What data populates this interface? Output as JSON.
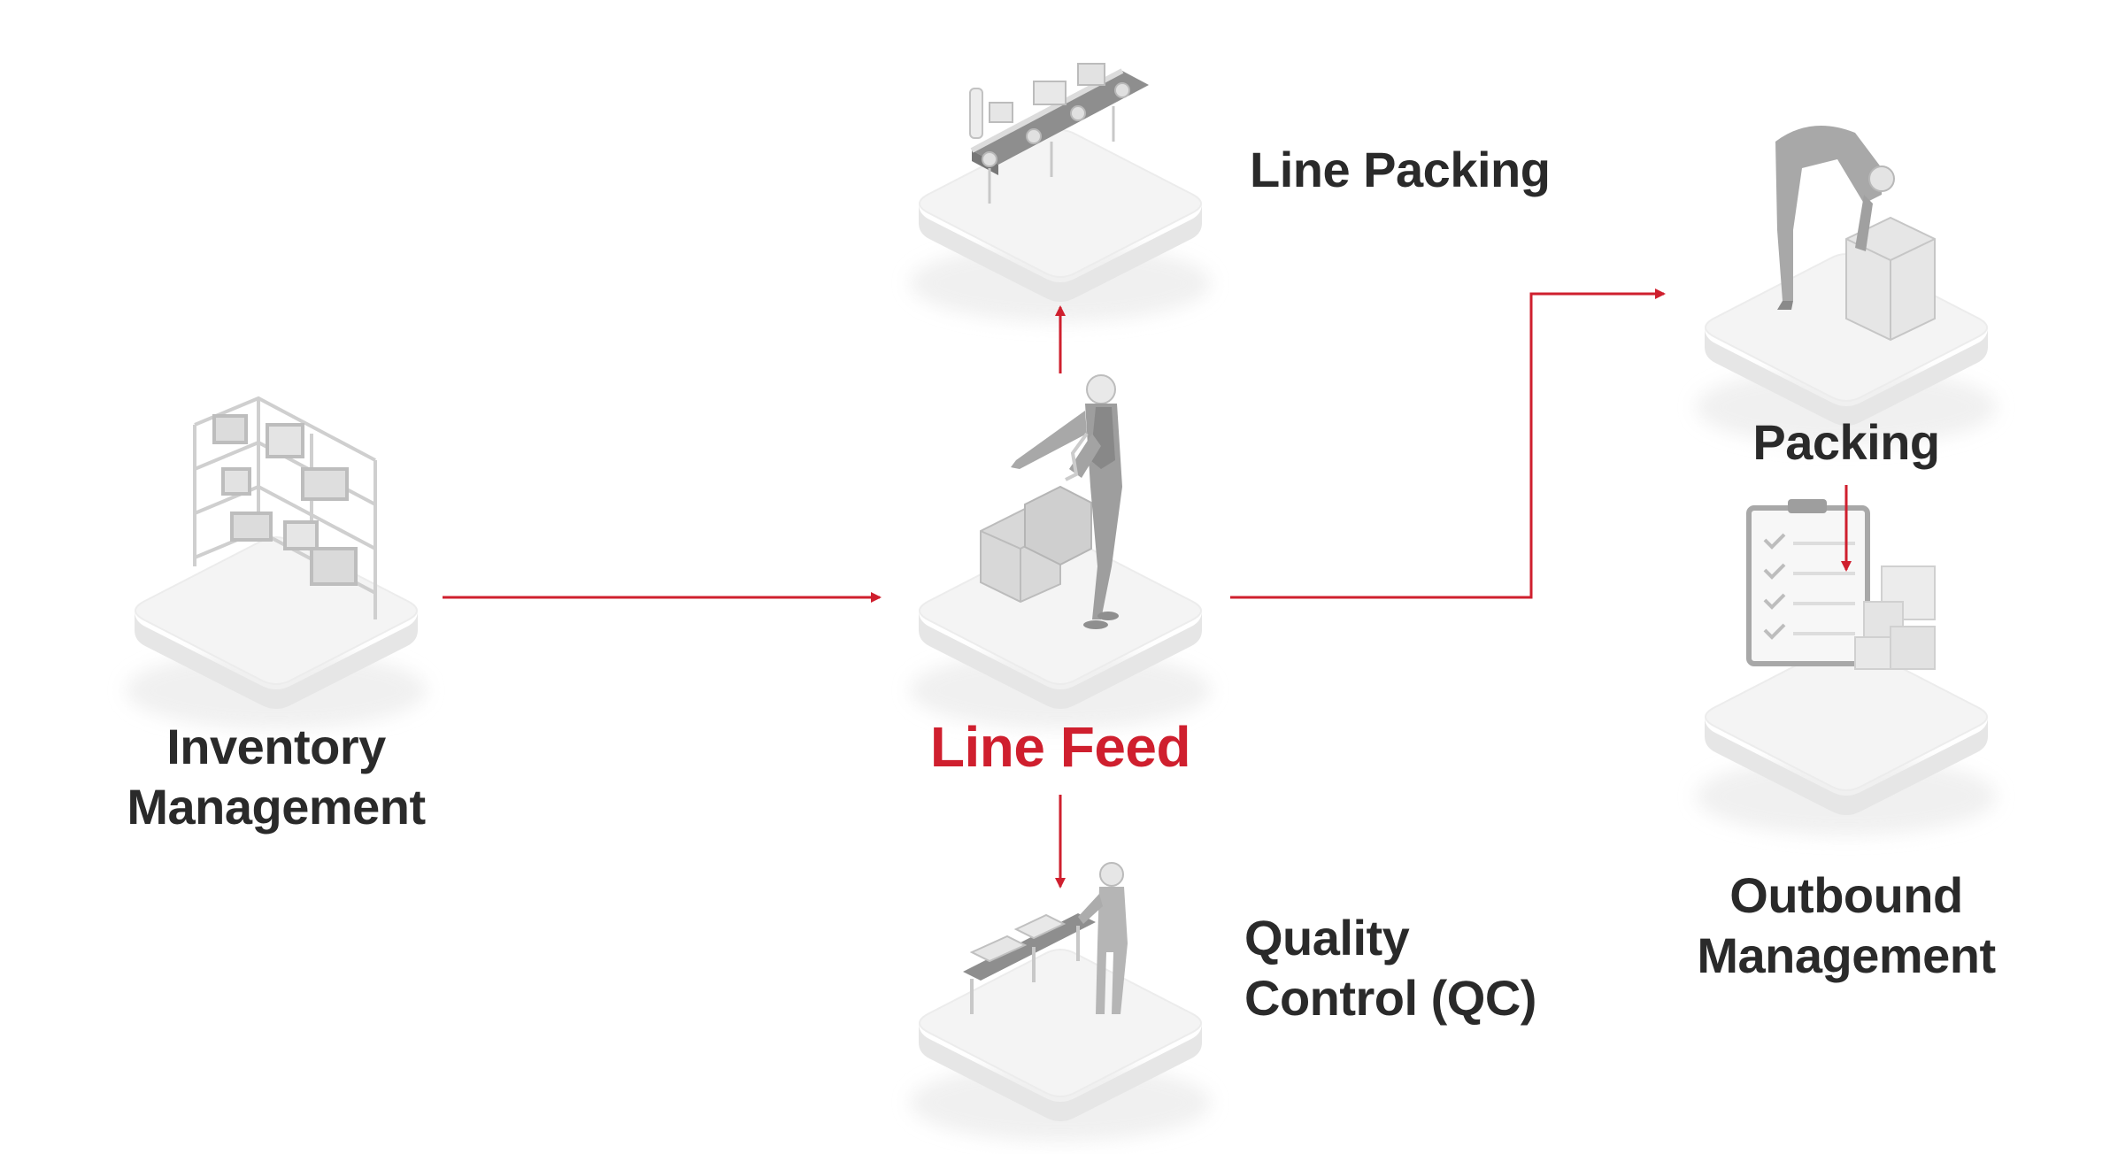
{
  "title": "",
  "accent_color": "#cf1f2e",
  "text_color": "#2a2a2a",
  "platform_color": "#f1f1f1",
  "nodes": {
    "inventory": {
      "line1": "Inventory",
      "line2": "Management",
      "icon": "warehouse-shelf-icon"
    },
    "line_feed": {
      "label": "Line Feed",
      "icon": "supervisor-with-boxes-icon",
      "highlighted": true
    },
    "line_packing": {
      "label": "Line Packing",
      "icon": "conveyor-machine-icon"
    },
    "quality_control": {
      "line1": "Quality",
      "line2": "Control (QC)",
      "icon": "inspection-worker-icon"
    },
    "packing": {
      "label": "Packing",
      "icon": "worker-packing-box-icon"
    },
    "outbound": {
      "line1": "Outbound",
      "line2": "Management",
      "icon": "clipboard-with-boxes-icon"
    }
  },
  "edges": [
    {
      "from": "Inventory Management",
      "to": "Line Feed"
    },
    {
      "from": "Line Feed",
      "to": "Line Packing"
    },
    {
      "from": "Line Feed",
      "to": "Quality Control (QC)"
    },
    {
      "from": "Line Feed",
      "to": "Packing"
    },
    {
      "from": "Packing",
      "to": "Outbound Management"
    }
  ]
}
